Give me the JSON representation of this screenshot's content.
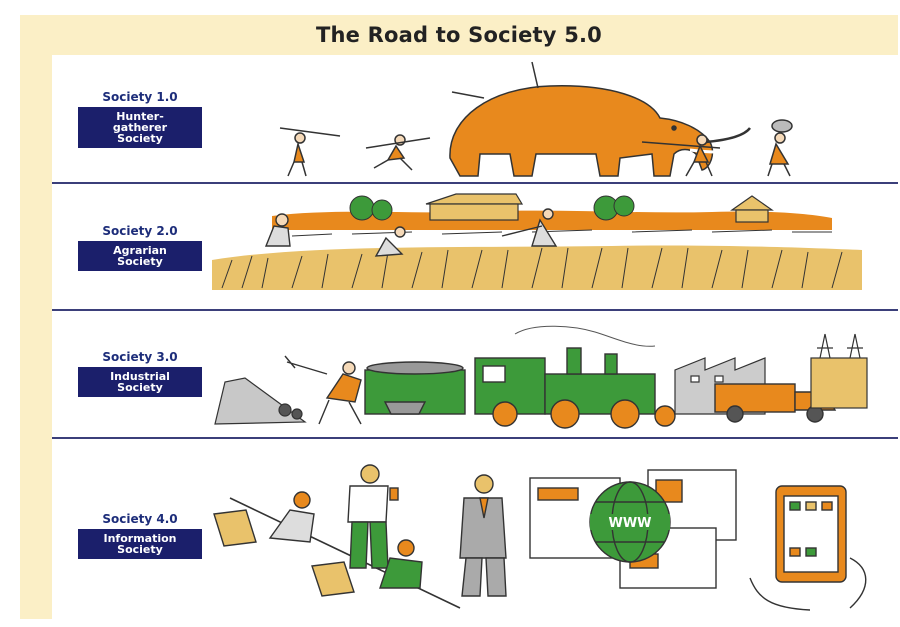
{
  "title": "The Road to Society 5.0",
  "stages": [
    {
      "era": "Society 1.0",
      "name": "Hunter-\ngatherer\nSociety"
    },
    {
      "era": "Society 2.0",
      "name": "Agrarian\nSociety"
    },
    {
      "era": "Society 3.0",
      "name": "Industrial\nSociety"
    },
    {
      "era": "Society 4.0",
      "name": "Information\nSociety"
    }
  ],
  "web_label": "WWW",
  "colors": {
    "orange": "#e8891d",
    "green": "#3d9a3a",
    "navy": "#1b1f6b",
    "wheat": "#e9c26b",
    "cream": "#fbefc6"
  }
}
